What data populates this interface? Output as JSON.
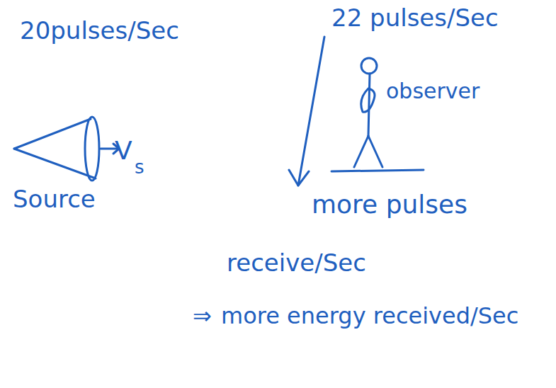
{
  "diagram": {
    "labels": [
      "20pulses/Sec",
      "22 pulses/Sec",
      "observer",
      "Source",
      "V",
      "s",
      "more pulses",
      "receive/Sec",
      "⇒",
      "more energy received/Sec"
    ]
  }
}
